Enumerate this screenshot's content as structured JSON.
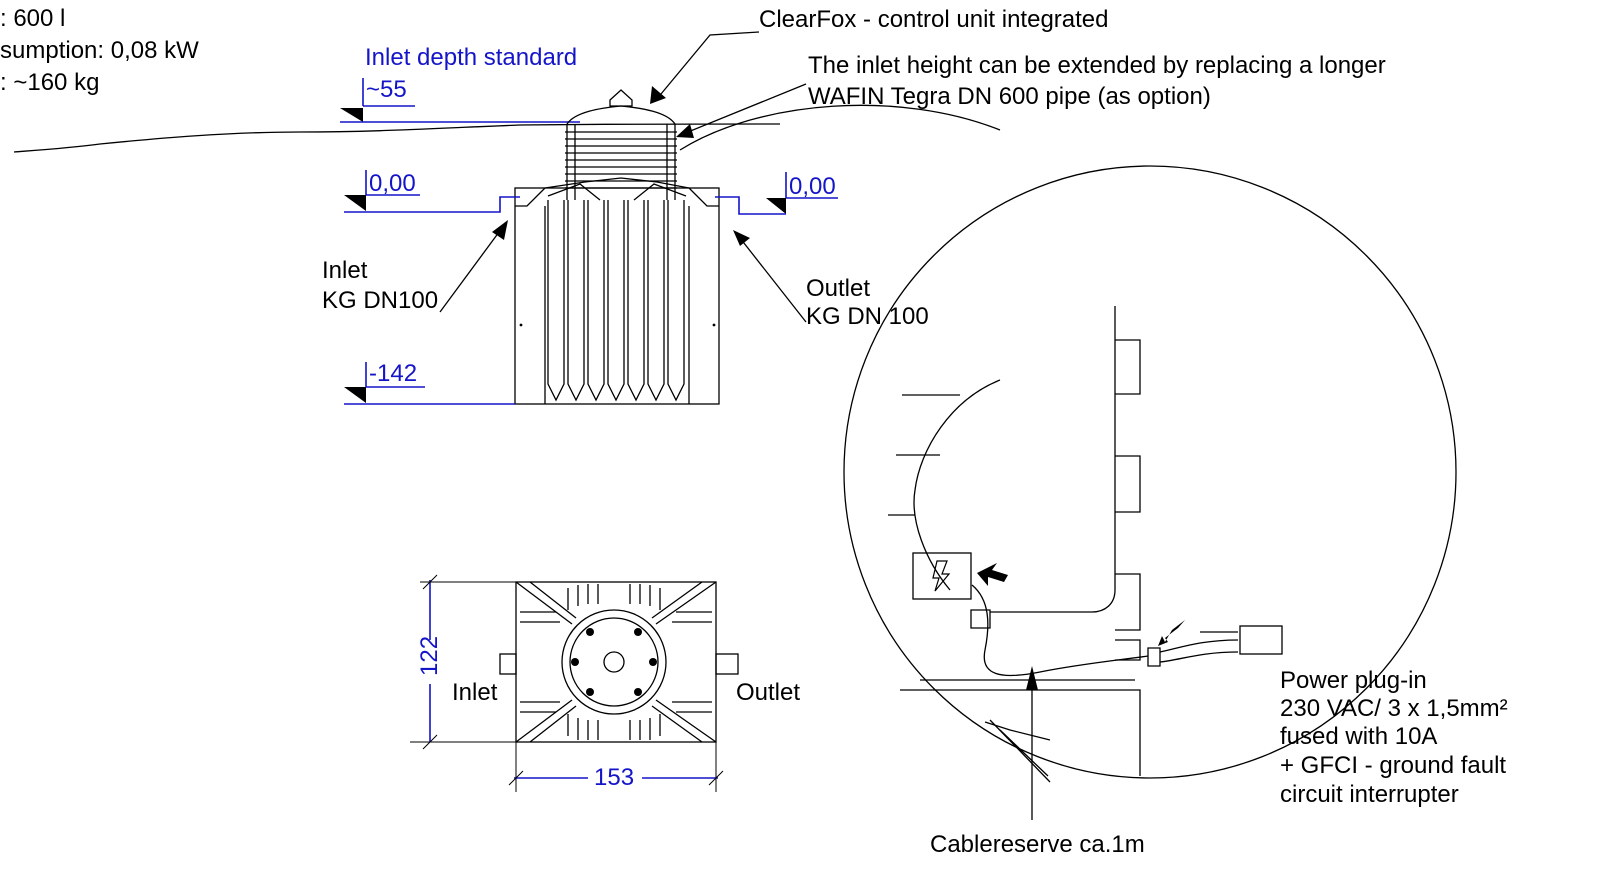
{
  "specs": {
    "line1": ": 600 l",
    "line2": "sumption: 0,08 kW",
    "line3": ": ~160 kg"
  },
  "levels": {
    "inlet_depth_title": "Inlet depth standard",
    "inlet_depth_value": "~55",
    "zero_left": "0,00",
    "zero_right": "0,00",
    "bottom": "-142"
  },
  "callouts": {
    "control_unit": "ClearFox - control unit integrated",
    "inlet_height_line1": "The inlet height can be extended by replacing a longer",
    "inlet_height_line2": "WAFIN Tegra DN 600 pipe (as option)",
    "inlet_line1": "Inlet",
    "inlet_line2": "KG DN100",
    "outlet_line1": "Outlet",
    "outlet_line2": "KG DN 100"
  },
  "plan_view": {
    "height_dim": "122",
    "width_dim": "153",
    "inlet": "Inlet",
    "outlet": "Outlet"
  },
  "detail": {
    "power_line1": "Power plug-in",
    "power_line2": "230 VAC/ 3 x 1,5mm²",
    "power_line3": "fused with 10A",
    "power_line4": "+ GFCI - ground fault",
    "power_line5": "circuit interrupter",
    "cable_reserve": "Cablereserve ca.1m"
  },
  "colors": {
    "dimension": "#1414c8",
    "line": "#000000"
  }
}
